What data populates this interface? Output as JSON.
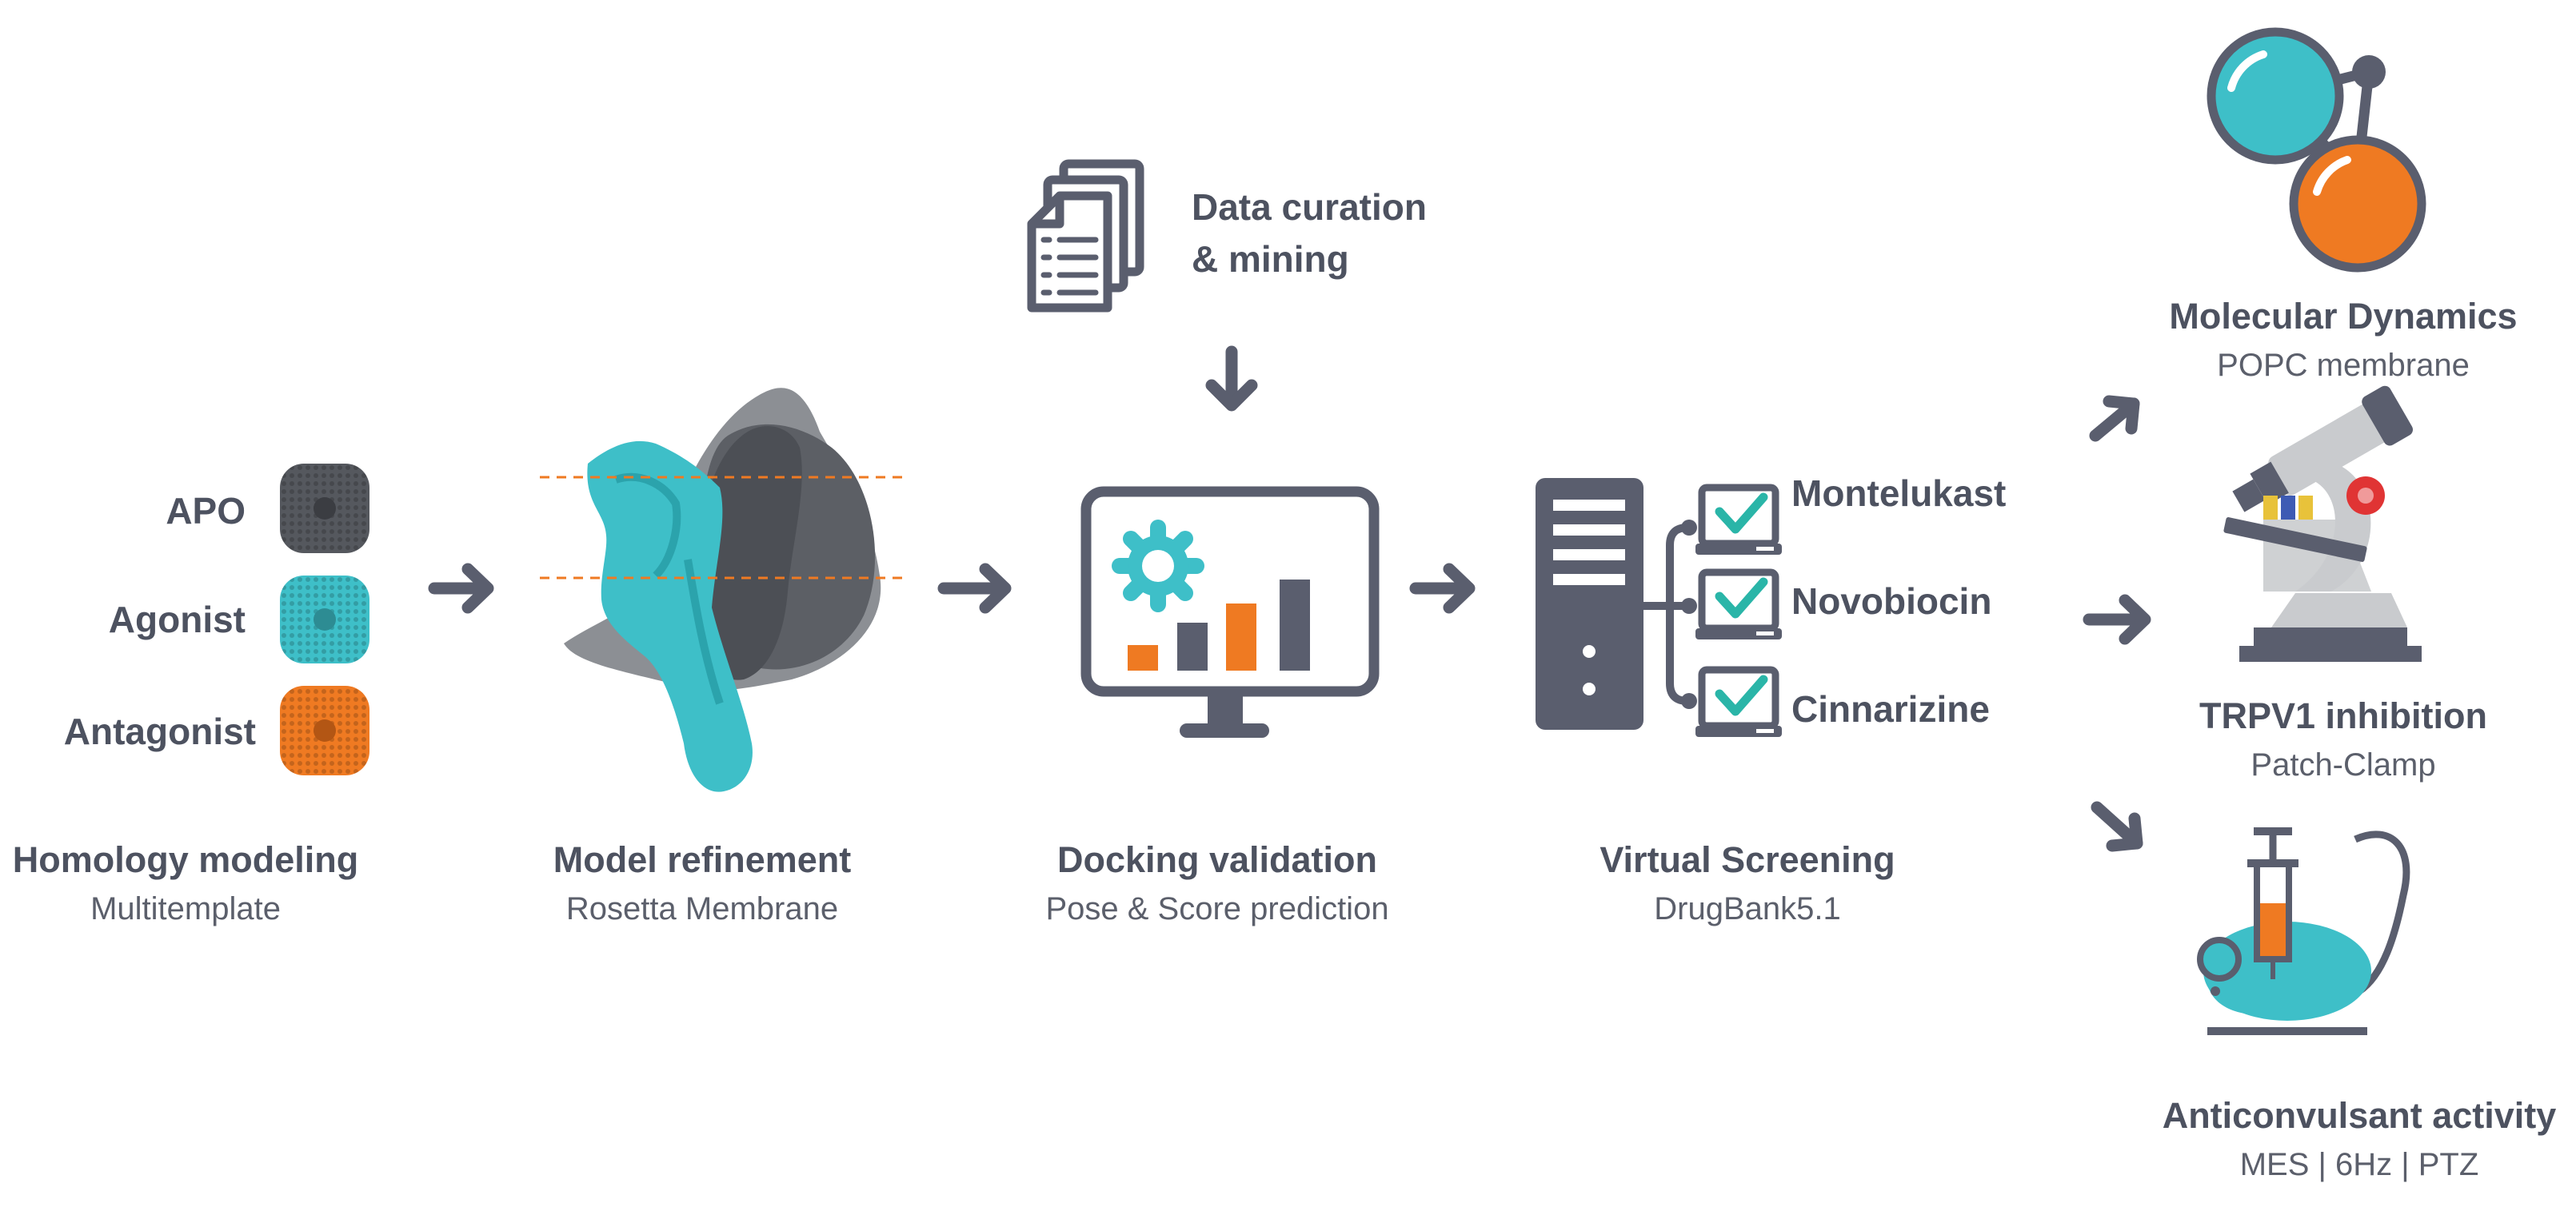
{
  "stages": {
    "homology": {
      "title": "Homology modeling",
      "subtitle": "Multitemplate"
    },
    "refinement": {
      "title": "Model refinement",
      "subtitle": "Rosetta Membrane"
    },
    "docking": {
      "title": "Docking validation",
      "subtitle": "Pose & Score prediction"
    },
    "screening": {
      "title": "Virtual Screening",
      "subtitle": "DrugBank5.1"
    }
  },
  "templates": [
    "APO",
    "Agonist",
    "Antagonist"
  ],
  "data_curation": {
    "line1": "Data curation",
    "line2": "& mining"
  },
  "hits": [
    "Montelukast",
    "Novobiocin",
    "Cinnarizine"
  ],
  "outcomes": {
    "md": {
      "title": "Molecular Dynamics",
      "subtitle": "POPC membrane"
    },
    "trpv1": {
      "title": "TRPV1 inhibition",
      "subtitle": "Patch-Clamp"
    },
    "anticonv": {
      "title": "Anticonvulsant activity",
      "subtitle": "MES | 6Hz | PTZ"
    }
  },
  "colors": {
    "gray": "#5a5e6e",
    "teal": "#3ebfc8",
    "orange": "#ef7a22",
    "protein_gray": "#55585e",
    "check": "#2ab5a8"
  },
  "icons": [
    "documents-icon",
    "monitor-chart-icon",
    "server-icon",
    "workstation-icon",
    "molecule-icon",
    "microscope-icon",
    "mouse-syringe-icon"
  ]
}
